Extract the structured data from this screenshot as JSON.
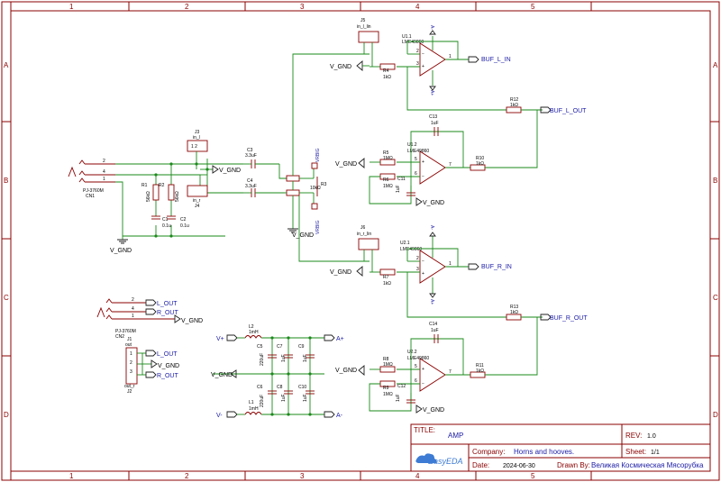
{
  "frame": {
    "cols": [
      "1",
      "2",
      "3",
      "4",
      "5"
    ],
    "rows": [
      "A",
      "B",
      "C",
      "D"
    ]
  },
  "title_block": {
    "title_label": "TITLE:",
    "title": "AMP",
    "rev_label": "REV:",
    "rev": "1.0",
    "company_label": "Company:",
    "company": "Horns and hooves.",
    "sheet_label": "Sheet:",
    "sheet": "1/1",
    "date_label": "Date:",
    "date": "2024-06-30",
    "drawn_label": "Drawn By:",
    "drawn_by": "Великая Космическая Мясорубка",
    "logo": "EasyEDA"
  },
  "parts": {
    "cn1": {
      "ref": "CN1",
      "value": "PJ-3760M",
      "pins": [
        "2",
        "4",
        "1"
      ]
    },
    "cn2": {
      "ref": "CN2",
      "value": "PJ-3760M",
      "pins": [
        "2",
        "4",
        "1"
      ]
    },
    "j1": {
      "ref": "J1",
      "value": "out"
    },
    "j2": {
      "ref": "J2",
      "value": "out_r"
    },
    "j3": {
      "ref": "J3",
      "value": "in_l"
    },
    "j4": {
      "ref": "J4",
      "value": "in_r"
    },
    "j5": {
      "ref": "J5",
      "value": "in_l_lin"
    },
    "j6": {
      "ref": "J6",
      "value": "in_r_lin"
    },
    "r1": {
      "ref": "R1",
      "value": "56kΩ"
    },
    "r2": {
      "ref": "R2",
      "value": "56kΩ"
    },
    "c1": {
      "ref": "C1",
      "value": "0.1u"
    },
    "c2": {
      "ref": "C2",
      "value": "0.1u"
    },
    "c3": {
      "ref": "C3",
      "value": "3.3uF"
    },
    "c4": {
      "ref": "C4",
      "value": "3.3uF"
    },
    "r3": {
      "ref": "R3",
      "value": "10kΩ"
    },
    "vr_l": "VRBIG",
    "vr_r": "VRBIG",
    "u11": {
      "ref": "U1.1",
      "value": "LME49860"
    },
    "u12": {
      "ref": "U1.2",
      "value": "LME49860"
    },
    "u21": {
      "ref": "U2.1",
      "value": "LME49860"
    },
    "u22": {
      "ref": "U2.2",
      "value": "LME49860"
    },
    "r4": {
      "ref": "R4",
      "value": "1kΩ"
    },
    "r5": {
      "ref": "R5",
      "value": "1MΩ"
    },
    "r6": {
      "ref": "R6",
      "value": "1MΩ"
    },
    "r7": {
      "ref": "R7",
      "value": "1kΩ"
    },
    "r8": {
      "ref": "R8",
      "value": "1MΩ"
    },
    "r9": {
      "ref": "R9",
      "value": "1MΩ"
    },
    "r10": {
      "ref": "R10",
      "value": "1kΩ"
    },
    "r11": {
      "ref": "R11",
      "value": "1kΩ"
    },
    "r12": {
      "ref": "R12",
      "value": "1kΩ"
    },
    "r13": {
      "ref": "R13",
      "value": "1kΩ"
    },
    "c11": {
      "ref": "C11",
      "value": "1uF"
    },
    "c12": {
      "ref": "C12",
      "value": "1uF"
    },
    "c13": {
      "ref": "C13",
      "value": "1uF"
    },
    "c14": {
      "ref": "C14",
      "value": "1uF"
    },
    "l1": {
      "ref": "L1",
      "value": "1mH"
    },
    "l2": {
      "ref": "L2",
      "value": "1mH"
    },
    "c5": {
      "ref": "C5",
      "value": "220uF"
    },
    "c6": {
      "ref": "C6",
      "value": "220uF"
    },
    "c7": {
      "ref": "C7",
      "value": "1uF"
    },
    "c8": {
      "ref": "C8",
      "value": "1uF"
    },
    "c9": {
      "ref": "C9",
      "value": "1uF"
    },
    "c10": {
      "ref": "C10",
      "value": "1uF"
    }
  },
  "nets": {
    "gnd": "V_GND",
    "buf_l_in": "BUF_L_IN",
    "buf_l_out": "BUF_L_OUT",
    "buf_r_in": "BUF_R_IN",
    "buf_r_out": "BUF_R_OUT",
    "l_out": "L_OUT",
    "r_out": "R_OUT",
    "a_plus": "A+",
    "a_minus": "A-",
    "v_plus": "V+",
    "v_minus": "V-"
  },
  "pin_numbers": {
    "p1": "1",
    "p2": "2",
    "p3": "3",
    "p5": "5",
    "p6": "6",
    "p7": "7"
  }
}
